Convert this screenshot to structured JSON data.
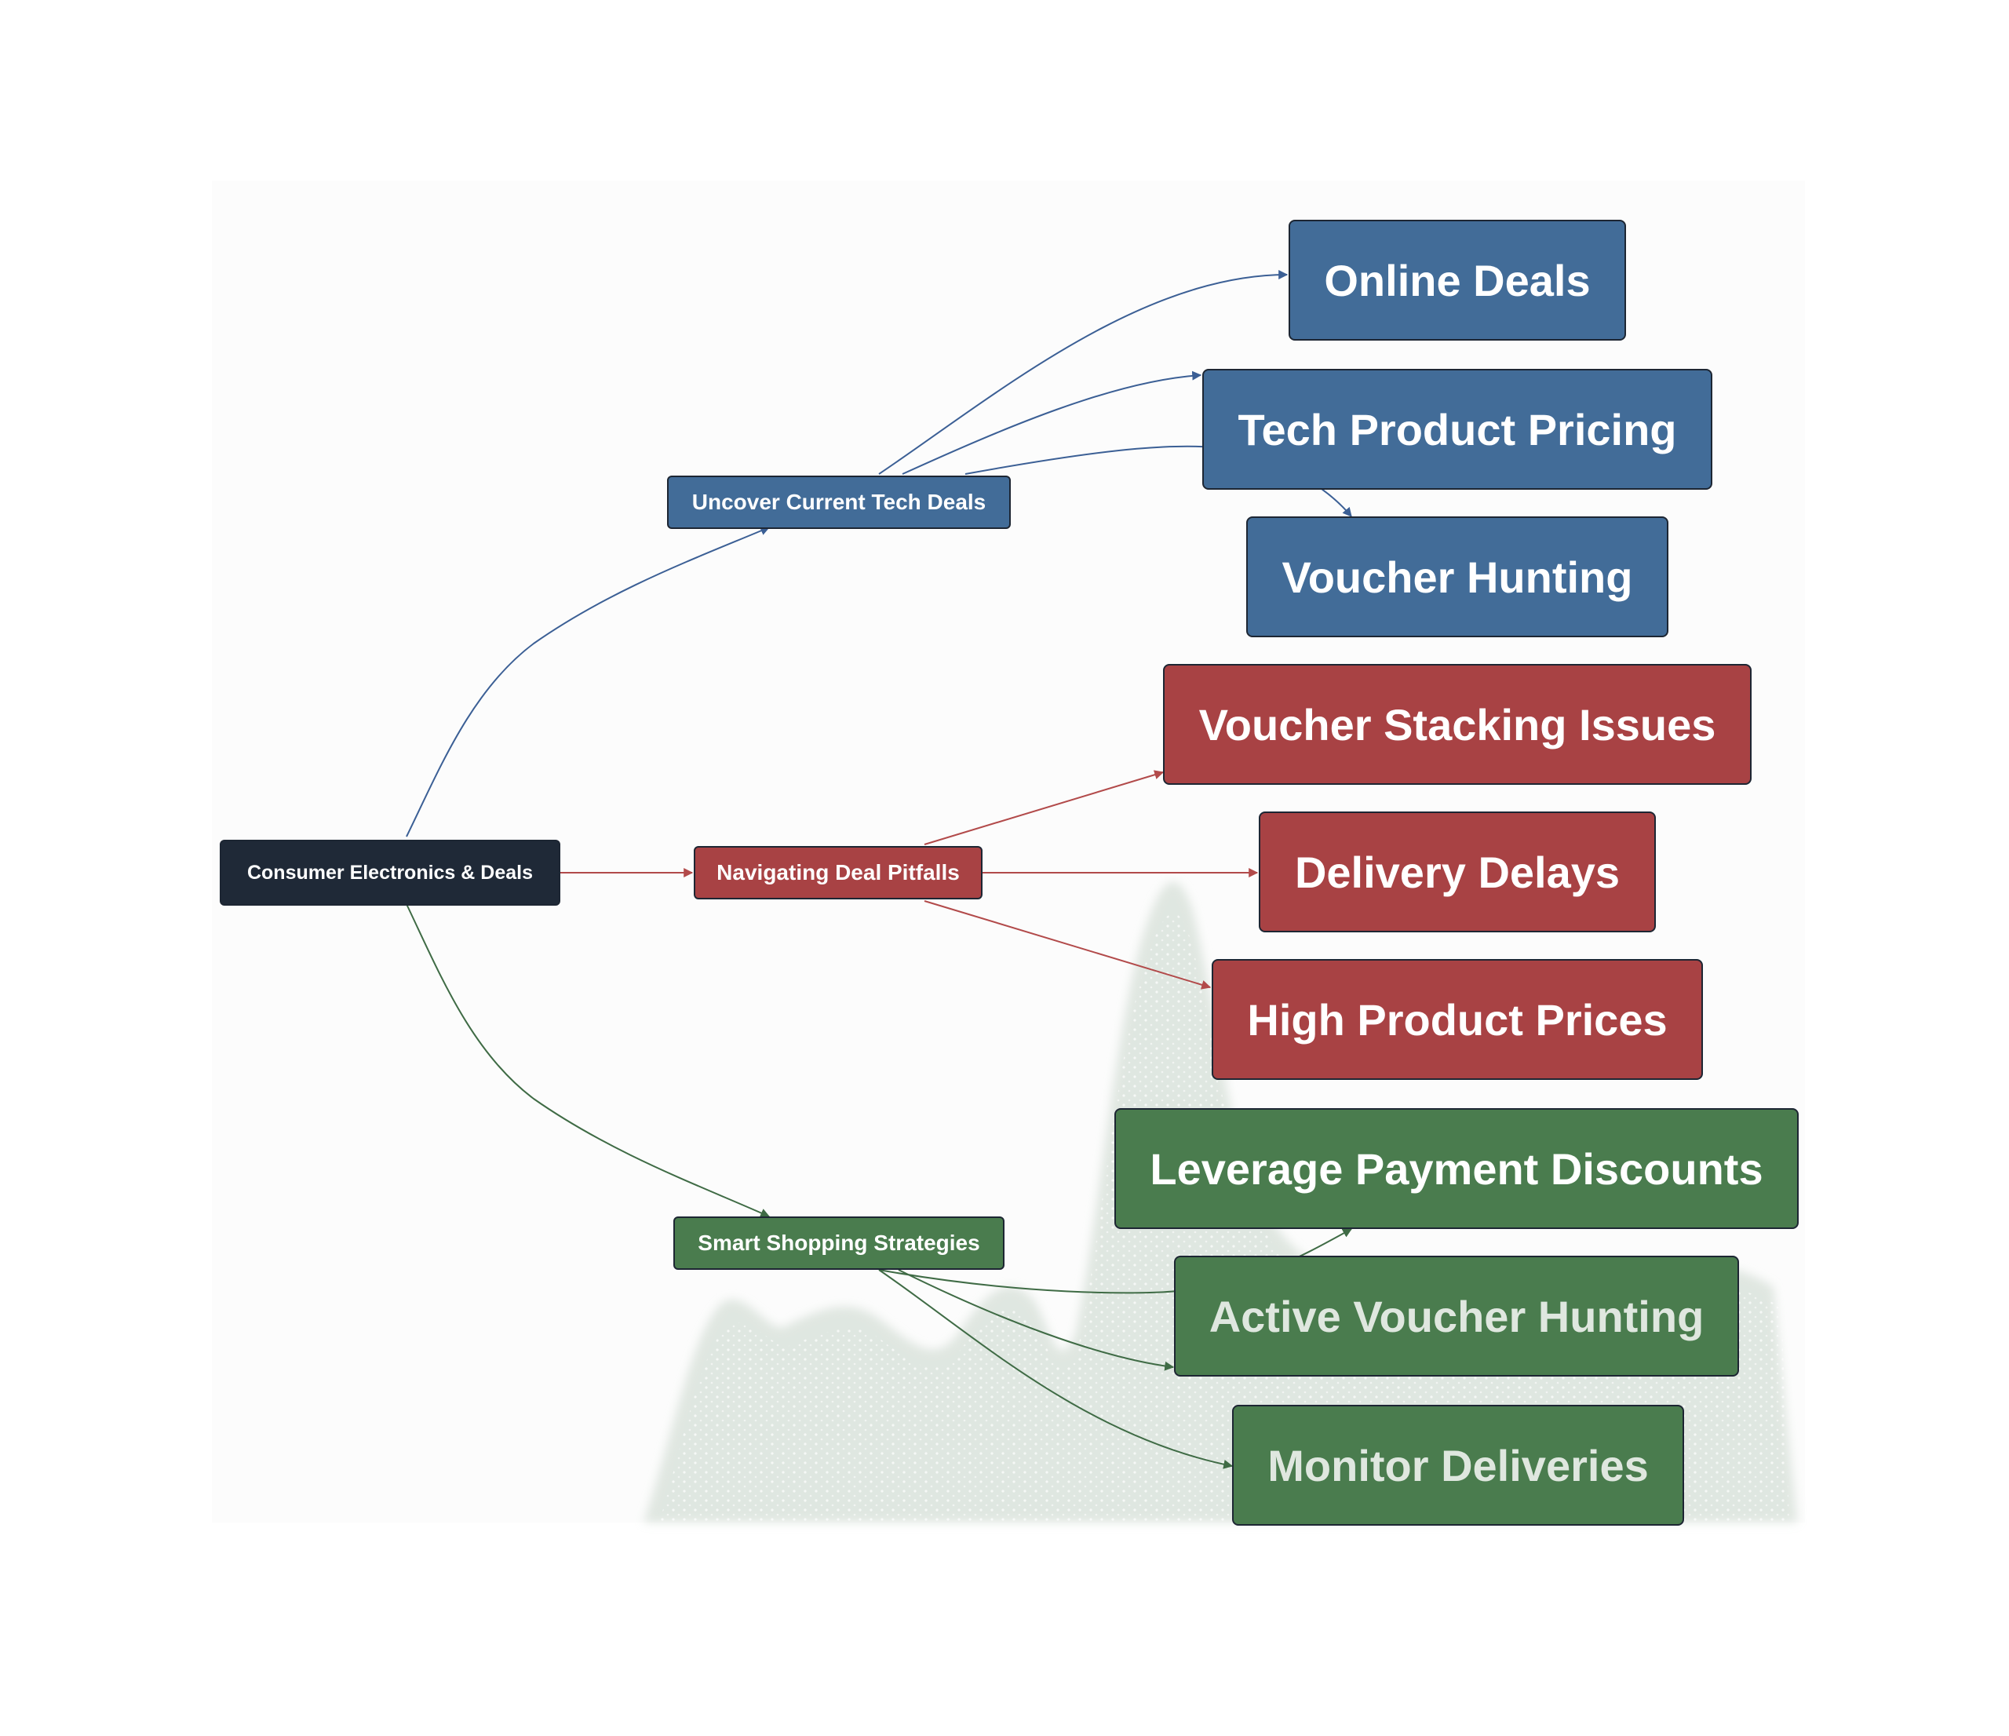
{
  "diagram": {
    "root": {
      "id": "root",
      "label": "Consumer Electronics & Deals",
      "color": "#1f2937"
    },
    "branches": [
      {
        "id": "tech",
        "label": "Uncover Current Tech Deals",
        "color": "#426c98",
        "edge_color": "#3b5f95",
        "children": [
          {
            "id": "online",
            "label": "Online Deals"
          },
          {
            "id": "pricing",
            "label": "Tech Product Pricing"
          },
          {
            "id": "voucher-hunt",
            "label": "Voucher Hunting"
          }
        ]
      },
      {
        "id": "pitfalls",
        "label": "Navigating Deal Pitfalls",
        "color": "#a84244",
        "edge_color": "#b24a4a",
        "children": [
          {
            "id": "stacking",
            "label": "Voucher Stacking Issues"
          },
          {
            "id": "delays",
            "label": "Delivery Delays"
          },
          {
            "id": "prices",
            "label": "High Product Prices"
          }
        ]
      },
      {
        "id": "smart",
        "label": "Smart Shopping Strategies",
        "color": "#4a7c4e",
        "edge_color": "#3f6b45",
        "children": [
          {
            "id": "payment",
            "label": "Leverage Payment Discounts"
          },
          {
            "id": "active",
            "label": "Active Voucher Hunting"
          },
          {
            "id": "monitor",
            "label": "Monitor Deliveries"
          }
        ]
      }
    ]
  }
}
